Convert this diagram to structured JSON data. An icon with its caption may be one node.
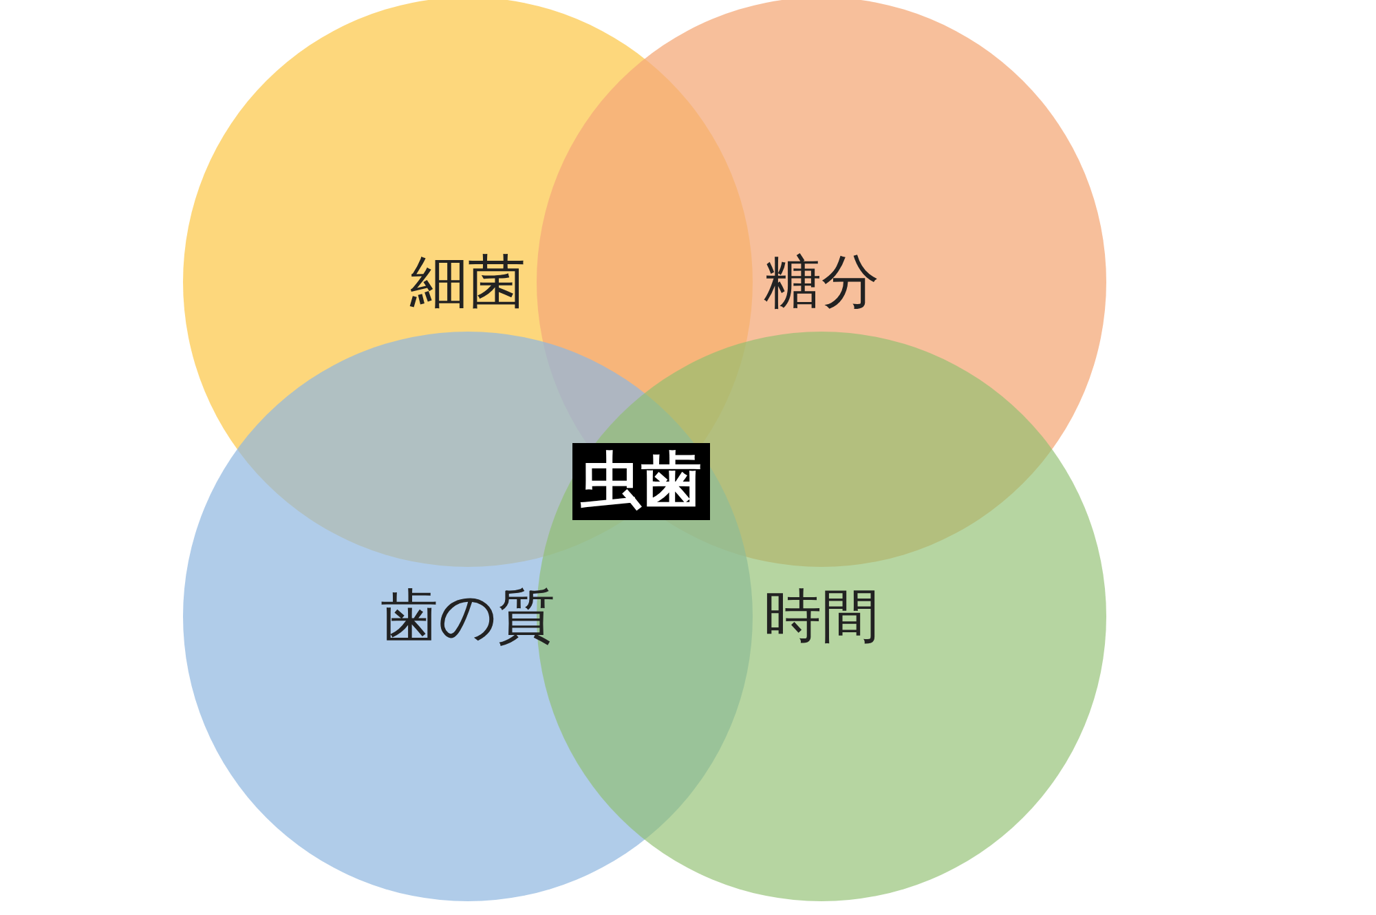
{
  "diagram": {
    "nodes": [
      {
        "text": [
          "細菌"
        ]
      },
      {
        "text": [
          "糖分"
        ]
      },
      {
        "text": [
          "歯の質"
        ]
      },
      {
        "text": [
          "時間"
        ]
      }
    ],
    "labels": [
      "虫歯"
    ]
  }
}
